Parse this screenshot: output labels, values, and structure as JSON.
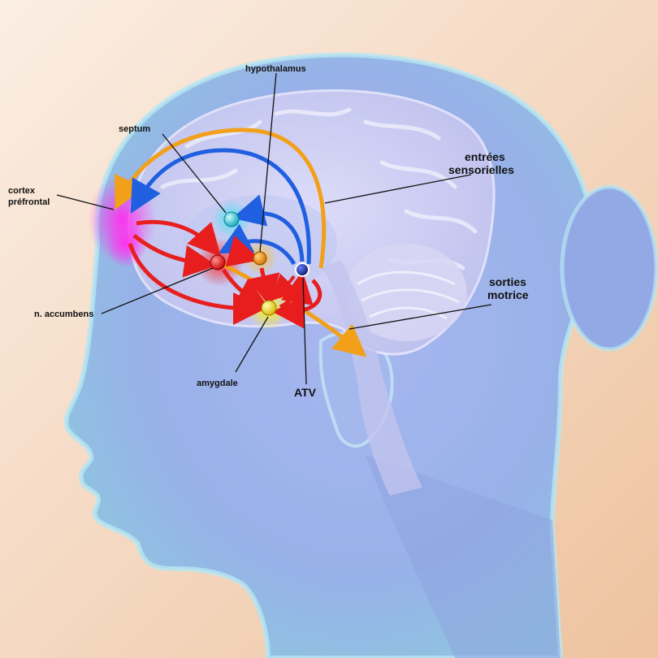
{
  "labels": {
    "cortex": [
      "cortex",
      "préfrontal"
    ],
    "septum": "septum",
    "hypothalamus": "hypothalamus",
    "sensory": [
      "entrées",
      "sensorielles"
    ],
    "motor": [
      "sorties",
      "motrice"
    ],
    "accumbens": "n. accumbens",
    "amygdala": "amygdale",
    "vta": "ATV"
  },
  "colors": {
    "background_light": "#fbeee4",
    "background_dark": "#eec7a6",
    "head": "#9fb4ea",
    "head_edge": "#b9e2ee",
    "brain": "#c9c6ef",
    "pathway_blue": "#1f5fe0",
    "pathway_red": "#e81e1e",
    "pathway_orange": "#f2a01a",
    "node_magenta": "#ff33ee",
    "node_cyan": "#29c7d9",
    "node_red": "#ff1a1a",
    "node_orange": "#f28a00",
    "node_yellow": "#ffe600",
    "node_navy": "#0a1a8c"
  }
}
